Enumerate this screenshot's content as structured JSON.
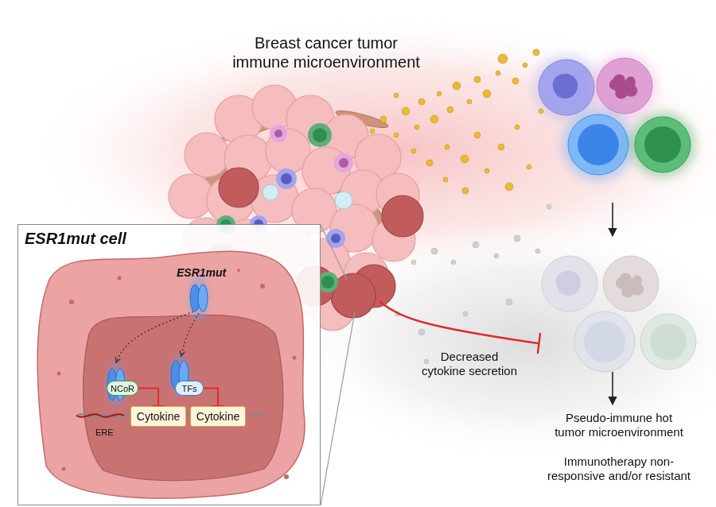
{
  "diagram": {
    "title": "Breast cancer tumor immune microenvironment",
    "nodes": [
      {
        "text": [
          "ESR1mut cell"
        ]
      },
      {
        "text": [
          "NCoR"
        ],
        "in": 0
      },
      {
        "text": [
          "TFs"
        ],
        "in": 0
      },
      {
        "text": [
          "Cytokine"
        ],
        "in": 0
      },
      {
        "text": [
          "Cytokine"
        ],
        "in": 0
      }
    ],
    "edges": [
      {
        "from": 1,
        "to": 3,
        "arrow": "to"
      },
      {
        "from": 2,
        "to": 4,
        "arrow": "to"
      }
    ],
    "labels": [
      "ESR1mut",
      "ERE",
      "Decreased cytokine secretion",
      "Pseudo-immune hot tumor microenvironment",
      "Immunotherapy non-responsive and/or resistant"
    ]
  }
}
